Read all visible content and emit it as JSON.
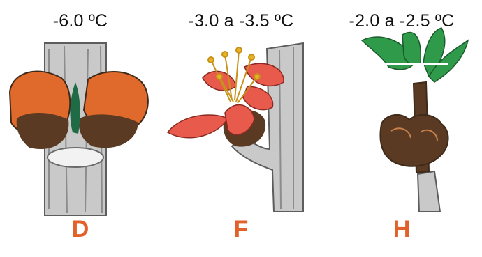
{
  "colors": {
    "stage_label": "#e2612a",
    "bark": "#c9c9c9",
    "bud_scale": "#e06a2c",
    "bud_dark": "#5a3a22",
    "petal": "#e85a4c",
    "stamen": "#e8b228",
    "leaf": "#2f9a4a"
  },
  "panels": [
    {
      "temperature": "-6.0 ºC",
      "stage": "D"
    },
    {
      "temperature": "-3.0 a -3.5 ºC",
      "stage": "F"
    },
    {
      "temperature": "-2.0 a -2.5 ºC",
      "stage": "H"
    }
  ]
}
